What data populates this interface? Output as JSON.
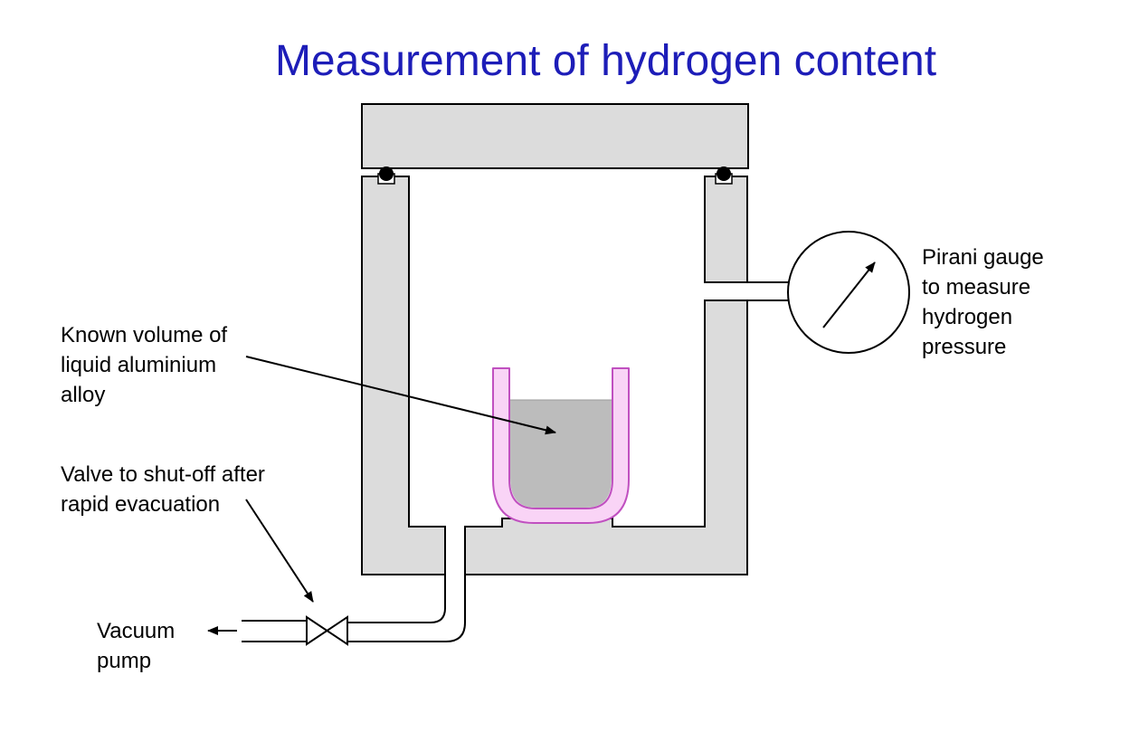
{
  "title": "Measurement of hydrogen content",
  "labels": {
    "pirani": [
      "Pirani gauge",
      "to measure",
      "hydrogen",
      "pressure"
    ],
    "liquid": [
      "Known volume of",
      "liquid aluminium",
      "alloy"
    ],
    "valve": [
      "Valve to shut-off after",
      "rapid evacuation"
    ],
    "pump": [
      "Vacuum",
      "pump"
    ]
  },
  "colors": {
    "title": "#1d1db8",
    "chamber_fill": "#dcdcdc",
    "crucible_fill": "#f9d4f6",
    "crucible_stroke": "#c050c0",
    "melt_fill": "#bcbcbc"
  }
}
